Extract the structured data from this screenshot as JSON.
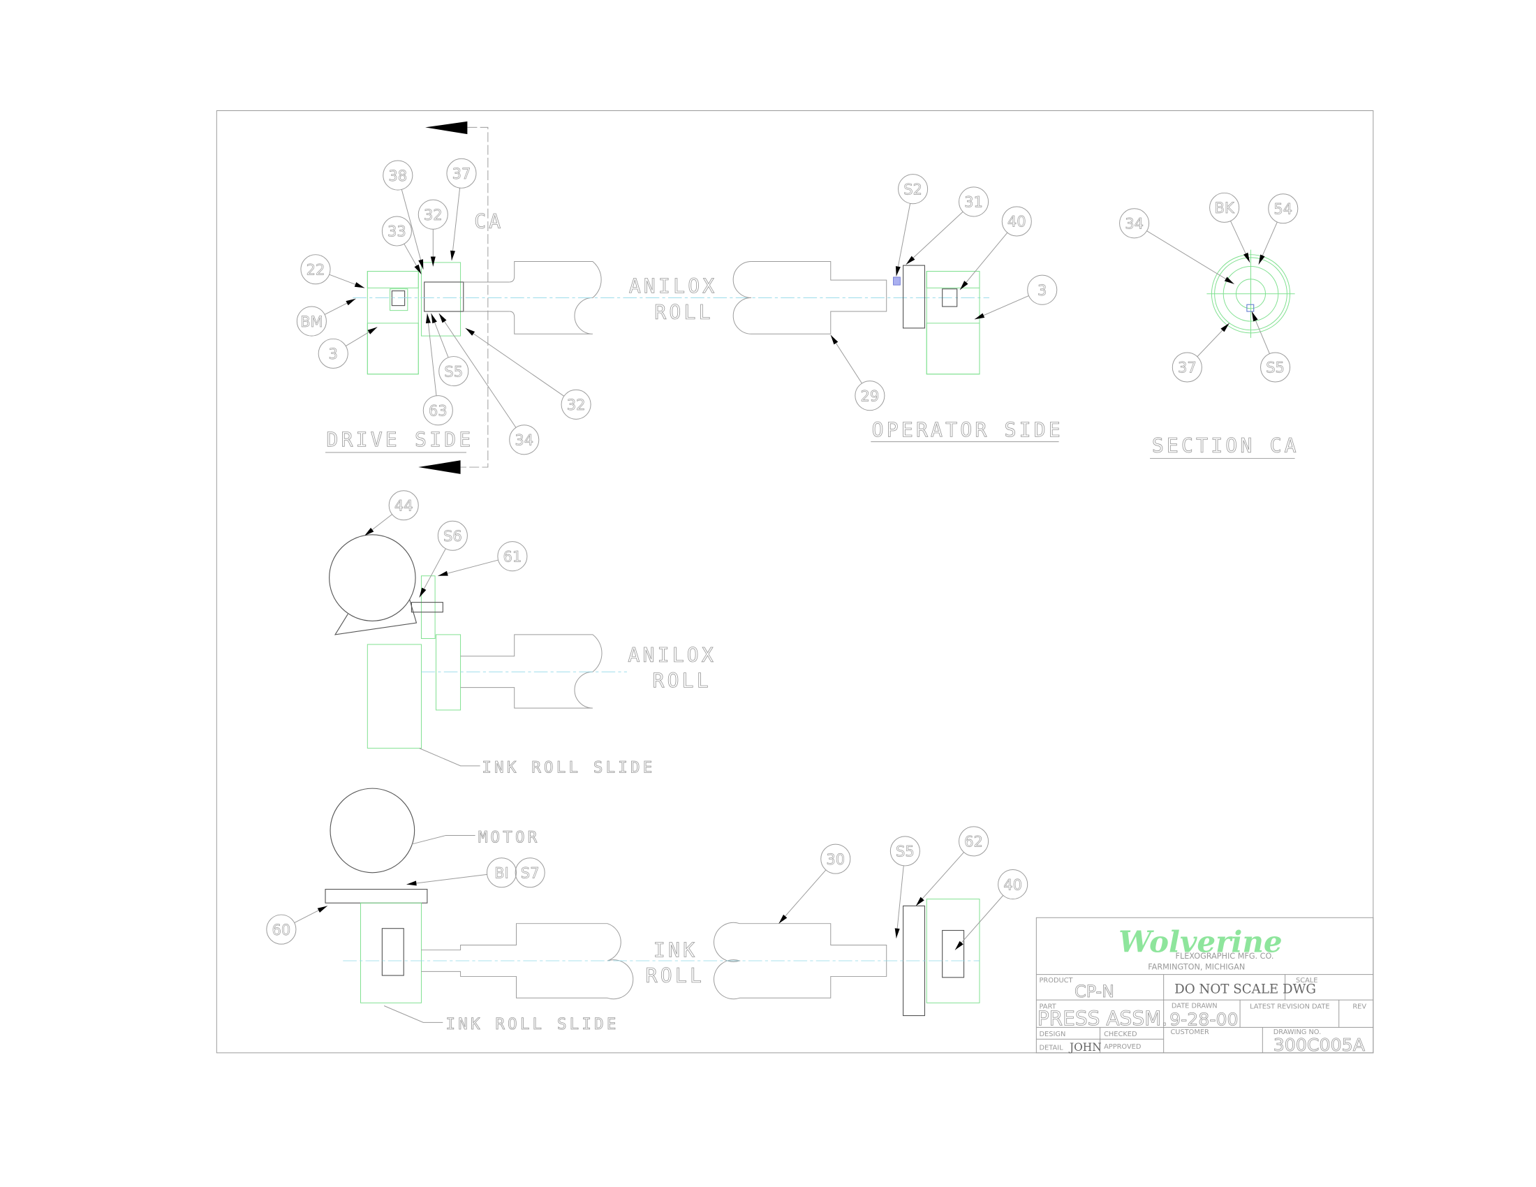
{
  "views": {
    "drive": {
      "roll_label_1": "ANILOX",
      "roll_label_2": "ROLL",
      "title": "DRIVE SIDE",
      "section_mark": "CA"
    },
    "operator": {
      "title": "OPERATOR SIDE"
    },
    "section": {
      "title": "SECTION CA"
    },
    "middle": {
      "roll_label_1": "ANILOX",
      "roll_label_2": "ROLL",
      "slide_label": "INK ROLL SLIDE"
    },
    "bottom": {
      "motor_label": "MOTOR",
      "roll_label_1": "INK",
      "roll_label_2": "ROLL",
      "slide_label": "INK ROLL SLIDE"
    }
  },
  "balloons": [
    "38",
    "37",
    "32",
    "33",
    "22",
    "BM",
    "3",
    "S5",
    "63",
    "34",
    "32",
    "S2",
    "31",
    "40",
    "3",
    "29",
    "34",
    "BK",
    "54",
    "37",
    "S5",
    "44",
    "S6",
    "61",
    "30",
    "S5",
    "62",
    "40",
    "60",
    "BI",
    "S7"
  ],
  "title_block": {
    "company": "Wolverine",
    "company_sub": "FLEXOGRAPHIC MFG. CO.",
    "location": "FARMINGTON, MICHIGAN",
    "product_label": "PRODUCT",
    "product": "CP-N",
    "notice": "DO NOT SCALE DWG",
    "scale_label": "SCALE",
    "part_label": "PART",
    "part": "PRESS ASSM.",
    "date_drawn_label": "DATE DRAWN",
    "date_drawn": "9-28-00",
    "revision_label": "LATEST REVISION DATE",
    "rev_label": "REV",
    "design_label": "DESIGN",
    "checked_label": "CHECKED",
    "customer_label": "CUSTOMER",
    "drawing_no_label": "DRAWING NO.",
    "drawing_no": "300C005A",
    "detail_label": "DETAIL",
    "detail": "JOHN",
    "approved_label": "APPROVED"
  }
}
